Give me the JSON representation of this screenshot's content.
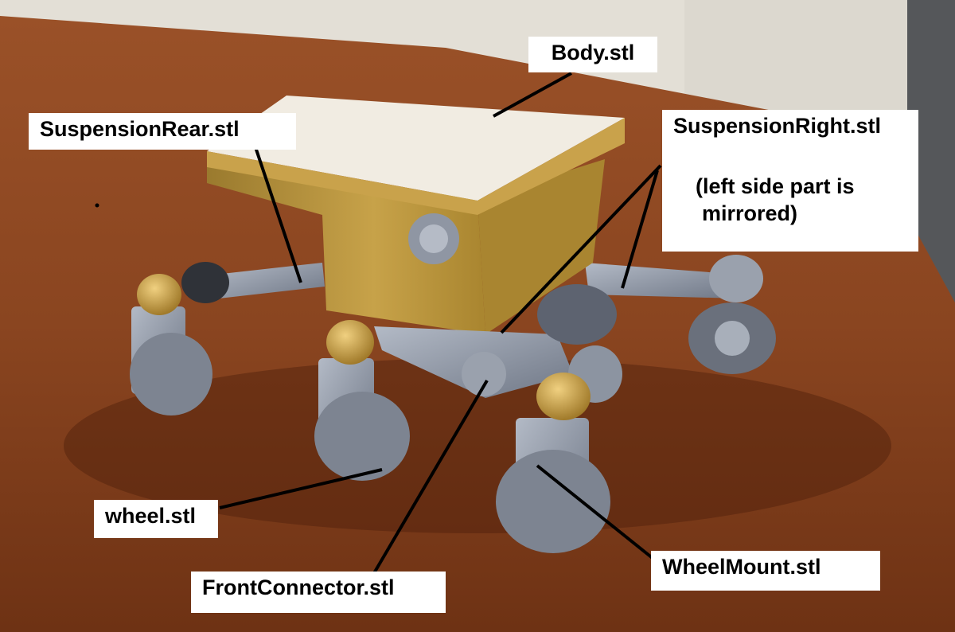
{
  "colors": {
    "table_wood": "#8a4520",
    "wall": "#e9e6df",
    "body_gold": "#b8943c",
    "body_top": "#f1ece2",
    "parts_silver": "#8e96a4",
    "callout_line": "#000000",
    "label_bg": "#ffffff"
  },
  "labels": {
    "body": "Body.stl",
    "suspension_rear": "SuspensionRear.stl",
    "suspension_right": {
      "line1": "SuspensionRight.stl",
      "line2": "(left side part is",
      "line3": "mirrored)"
    },
    "wheel": "wheel.stl",
    "front_connector": "FrontConnector.stl",
    "wheel_mount": "WheelMount.stl"
  }
}
